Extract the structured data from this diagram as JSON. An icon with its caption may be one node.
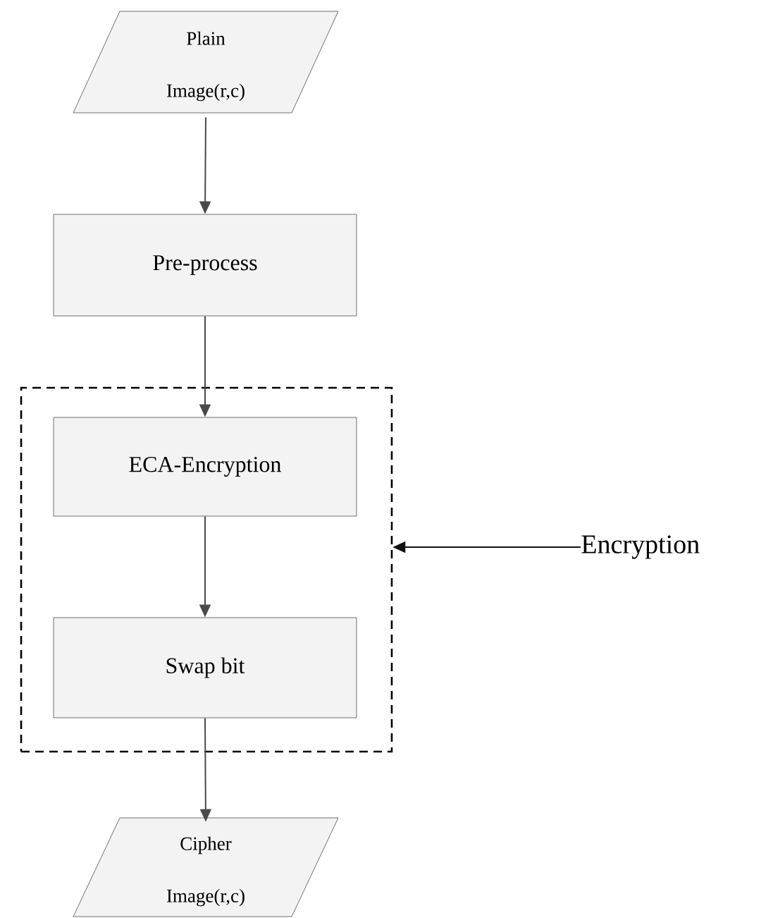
{
  "diagram": {
    "nodes": [
      {
        "text": [
          "Plain Image(r,c)"
        ]
      },
      {
        "text": [
          "Pre-process"
        ]
      },
      {
        "text": [],
        "shape": "box"
      },
      {
        "text": [
          "ECA-Encryption"
        ],
        "in": 2
      },
      {
        "text": [
          "Swap bit"
        ],
        "in": 2
      },
      {
        "text": [
          "Cipher Image(r,c)"
        ]
      },
      {
        "text": [
          "Encryption"
        ]
      }
    ],
    "edges": [
      {
        "from": 0,
        "to": 1,
        "arrow": "to"
      },
      {
        "from": 1,
        "to": 3,
        "arrow": "to"
      },
      {
        "from": 3,
        "to": 4,
        "arrow": "to"
      },
      {
        "from": 4,
        "to": 5,
        "arrow": "to"
      },
      {
        "from": 6,
        "to": 2,
        "arrow": "to",
        "color": "#111111"
      }
    ]
  }
}
